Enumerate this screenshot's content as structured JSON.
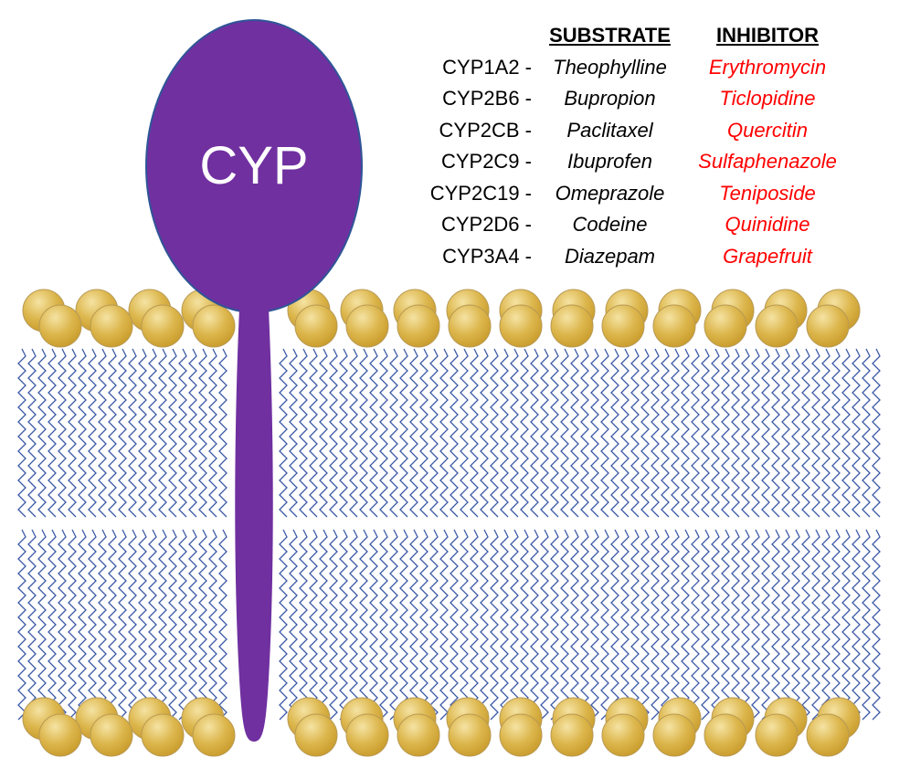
{
  "protein": {
    "label": "CYP",
    "color": "#7030a0",
    "outline": "#2f5597"
  },
  "membrane": {
    "head_color": "#d9b44a",
    "head_highlight": "#f3df9a",
    "tail_color": "#3c5aa6"
  },
  "table": {
    "headers": {
      "enzyme": "",
      "substrate": "SUBSTRATE",
      "inhibitor": "INHIBITOR"
    },
    "inhibitor_color": "#ff0000",
    "rows": [
      {
        "enzyme": "CYP1A2 -",
        "substrate": "Theophylline",
        "inhibitor": "Erythromycin"
      },
      {
        "enzyme": "CYP2B6 -",
        "substrate": "Bupropion",
        "inhibitor": "Ticlopidine"
      },
      {
        "enzyme": "CYP2CB -",
        "substrate": "Paclitaxel",
        "inhibitor": "Quercitin"
      },
      {
        "enzyme": "CYP2C9 -",
        "substrate": "Ibuprofen",
        "inhibitor": "Sulfaphenazole"
      },
      {
        "enzyme": "CYP2C19 -",
        "substrate": "Omeprazole",
        "inhibitor": "Teniposide"
      },
      {
        "enzyme": "CYP2D6 -",
        "substrate": "Codeine",
        "inhibitor": "Quinidine"
      },
      {
        "enzyme": "CYP3A4 -",
        "substrate": "Diazepam",
        "inhibitor": "Grapefruit"
      }
    ]
  }
}
